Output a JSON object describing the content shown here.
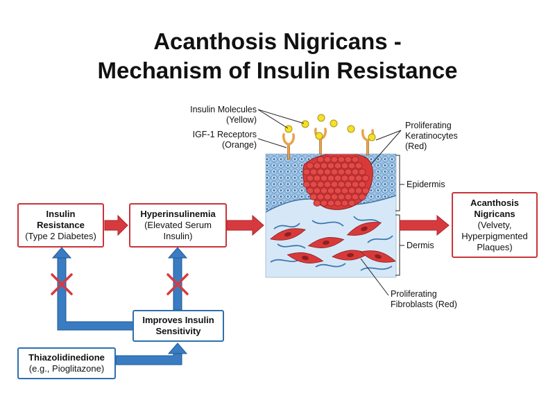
{
  "title": {
    "line1": "Acanthosis Nigricans -",
    "line2": "Mechanism of Insulin Resistance"
  },
  "boxes": {
    "insulin_resistance": {
      "title": "Insulin",
      "title2": "Resistance",
      "sub": "(Type 2 Diabetes)"
    },
    "hyperinsulinemia": {
      "title": "Hyperinsulinemia",
      "sub": "(Elevated Serum",
      "sub2": "Insulin)"
    },
    "acanthosis": {
      "title": "Acanthosis",
      "title2": "Nigricans",
      "sub": "(Velvety,",
      "sub2": "Hyperpigmented",
      "sub3": "Plaques)"
    },
    "improves": {
      "title": "Improves Insulin",
      "title2": "Sensitivity"
    },
    "tzd": {
      "title": "Thiazolidinedione",
      "sub": "(e.g., Pioglitazone)"
    }
  },
  "labels": {
    "insulin_molecules": {
      "line1": "Insulin Molecules",
      "line2": "(Yellow)"
    },
    "igf1": {
      "line1": "IGF-1 Receptors",
      "line2": "(Orange)"
    },
    "keratinocytes": {
      "line1": "Proliferating",
      "line2": "Keratinocytes",
      "line3": "(Red)"
    },
    "epidermis": "Epidermis",
    "dermis": "Dermis",
    "fibroblasts": {
      "line1": "Proliferating",
      "line2": "Fibroblasts (Red)"
    }
  },
  "colors": {
    "red_arrow": "#d63a3f",
    "blue_arrow": "#3a7cc2",
    "box_red": "#c8333a",
    "box_blue": "#2e6fad",
    "insulin_yellow": "#f5e02a",
    "receptor_orange": "#e8a24a",
    "cell_red": "#d83a3a",
    "epidermis_blue": "#8ab8e0",
    "dermis_blue": "#d4e6f6"
  }
}
